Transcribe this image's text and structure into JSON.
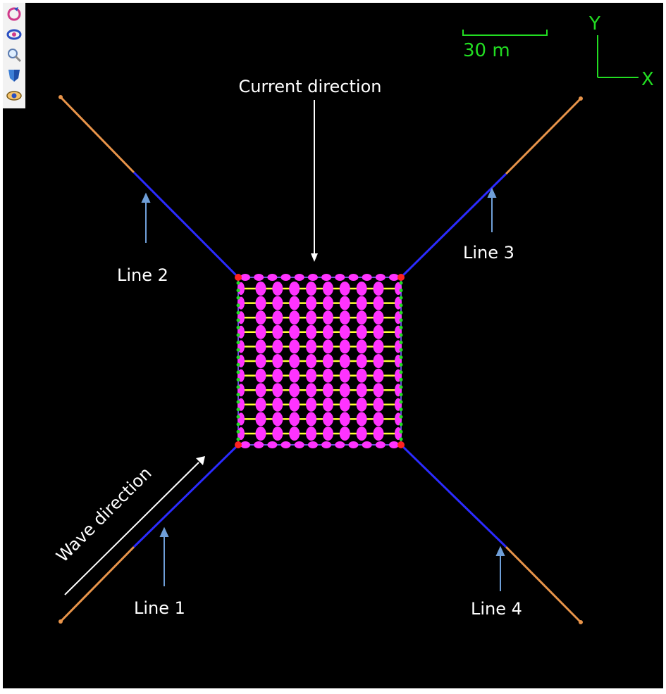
{
  "toolbar": {
    "tools": [
      {
        "name": "rotate-tool",
        "icon": "rotate-icon"
      },
      {
        "name": "orbit-tool",
        "icon": "orbit-icon"
      },
      {
        "name": "zoom-tool",
        "icon": "magnifier-icon"
      },
      {
        "name": "shading-tool",
        "icon": "shield-icon"
      },
      {
        "name": "view-tool",
        "icon": "eye-icon"
      }
    ]
  },
  "scale_bar": {
    "label": "30 m"
  },
  "axes": {
    "y_label": "Y",
    "x_label": "X"
  },
  "labels": {
    "current_direction": "Current direction",
    "wave_direction": "Wave direction",
    "line1": "Line 1",
    "line2": "Line 2",
    "line3": "Line 3",
    "line4": "Line 4"
  },
  "colors": {
    "background": "#000000",
    "mooring_line": "#2b2bff",
    "mooring_upper": "#e8944a",
    "net_rope": "#ffff33",
    "float": "#ff33ff",
    "corner_node": "#ff2222",
    "side_node": "#22dd22",
    "annotation_arrow": "#6f9fd8",
    "axis_color": "#22dd22"
  },
  "net": {
    "rows": 11,
    "columns": 8
  }
}
